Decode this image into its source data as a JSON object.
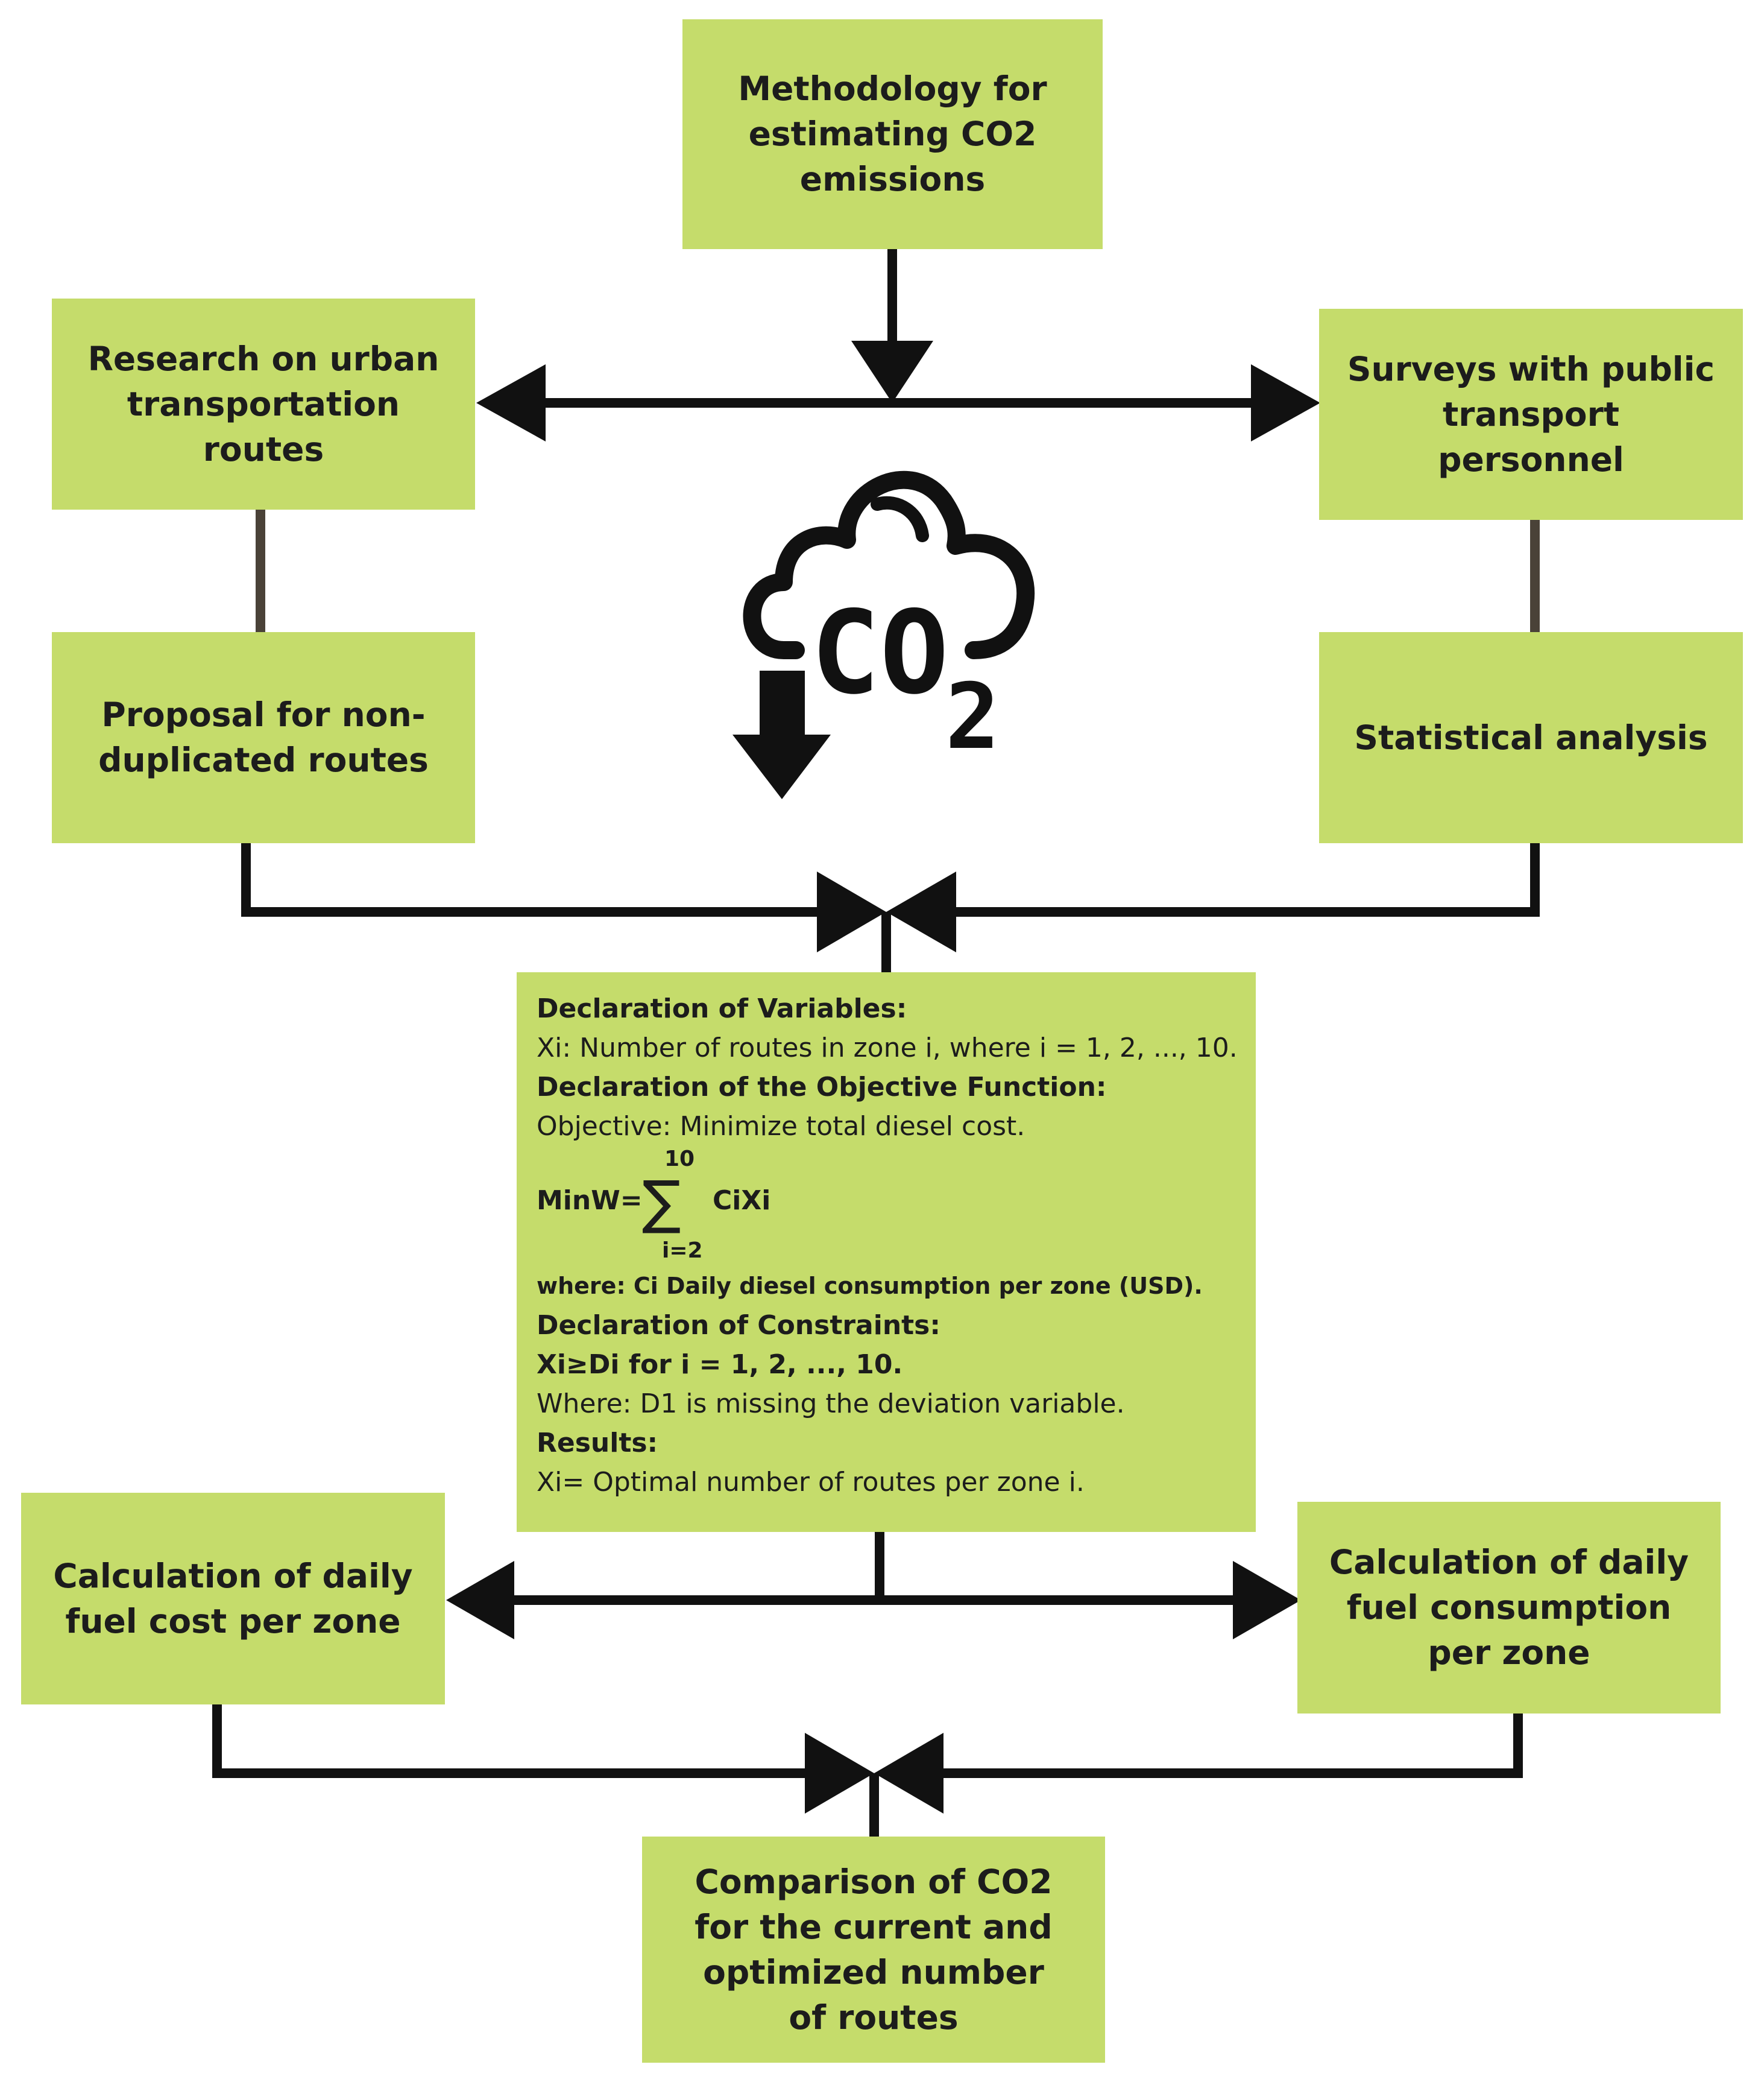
{
  "nodes": {
    "methodology": [
      "Methodology for",
      "estimating CO2",
      "emissions"
    ],
    "research": [
      "Research on urban",
      "transportation",
      "routes"
    ],
    "surveys": [
      "Surveys with public",
      "transport",
      "personnel"
    ],
    "proposal": [
      "Proposal for non-",
      "duplicated routes"
    ],
    "statistical": [
      "Statistical analysis"
    ],
    "cost": [
      "Calculation of daily",
      "fuel cost per zone"
    ],
    "consumption": [
      "Calculation of daily",
      "fuel consumption",
      "per zone"
    ],
    "comparison": [
      "Comparison of CO2",
      "for  the current and",
      "optimized number",
      "of routes"
    ]
  },
  "model": {
    "variables_heading": "Declaration of Variables:",
    "variables_text": "Xi: Number of routes in zone i, where i = 1, 2, ..., 10.",
    "objective_heading": "Declaration of the Objective Function:",
    "objective_text": "Objective: Minimize total diesel cost.",
    "formula_lhs": "MinW=",
    "formula_sigma": "∑",
    "formula_upper": "10",
    "formula_lower": "i=2",
    "formula_term": "CiXi",
    "where_text": "where: Ci Daily diesel consumption per zone (USD).",
    "constraints_heading": "Declaration of Constraints:",
    "constraints_text": "Xi≥Di for i = 1, 2, ..., 10.",
    "deviation_text": "Where: D1 is missing the deviation variable.",
    "results_heading": "Results:",
    "results_text": "Xi= Optimal number of routes per zone i."
  },
  "icon": {
    "text_co": "CO",
    "text_sub": "2"
  },
  "colors": {
    "box_fill": "#c5dc6b",
    "line": "#111111",
    "connector": "#4a4238",
    "text": "#1c1c1c"
  }
}
